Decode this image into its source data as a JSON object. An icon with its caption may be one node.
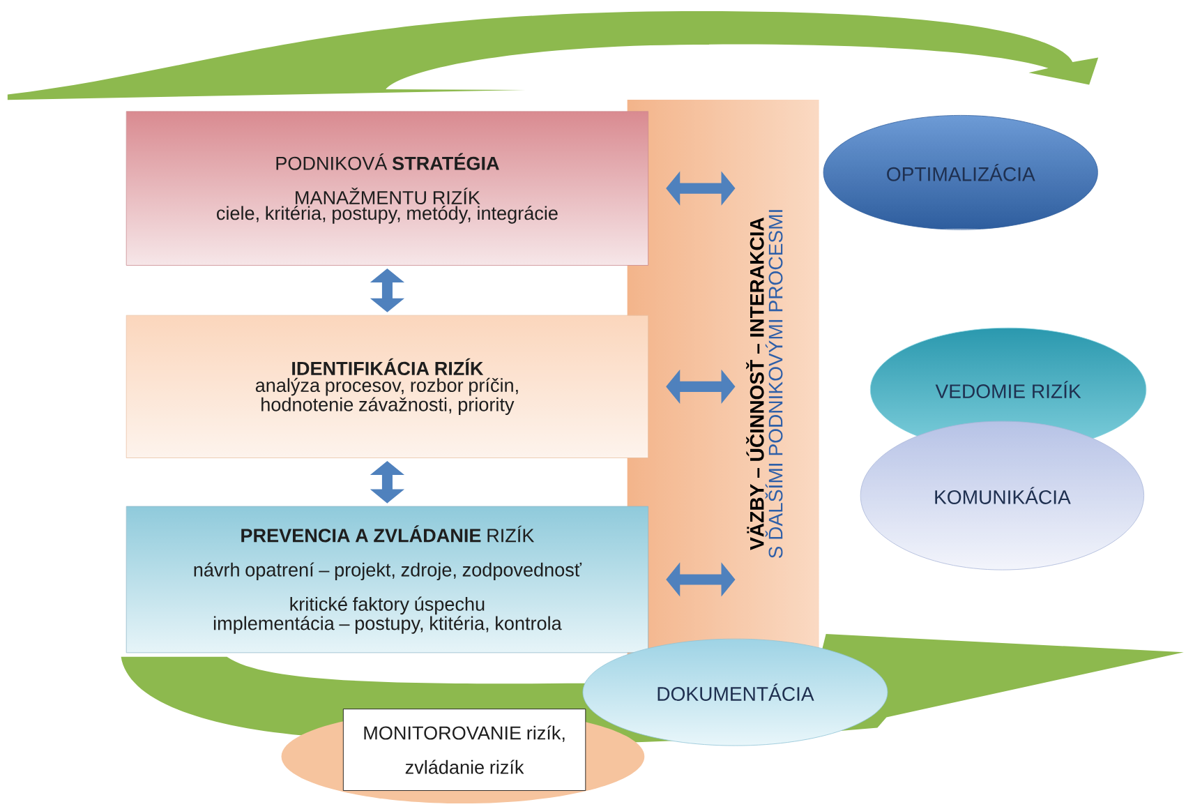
{
  "diagram": {
    "nodes": [
      {
        "text": [
          "PODNIKOVÁ **STRATÉGIA** MANAŽMENTU RIZÍK",
          "ciele, kritéria, postupy, metódy, integrácie"
        ]
      },
      {
        "text": [
          "IDENTIFIKÁCIA RIZÍK",
          "analýza procesov, rozbor príčin, hodnotenie závažnosti, priority"
        ]
      },
      {
        "text": [
          "**PREVENCIA A ZVLÁDANIE** RIZÍK",
          "návrh opatrení – projekt, zdroje, zodpovednosť",
          "kritické faktory úspechu",
          "implementácia – postupy, ktitéria, kontrola"
        ]
      },
      {
        "text": [
          "VÄZBY – ÚČINNOSŤ – INTERAKCIA",
          "S ĎALŠÍMI PODNIKOVÝMI PROCESMI"
        ]
      },
      {
        "text": [
          "OPTIMALIZÁCIA"
        ]
      },
      {
        "text": [
          "VEDOMIE RIZÍK"
        ]
      },
      {
        "text": [
          "KOMUNIKÁCIA"
        ]
      },
      {
        "text": [
          "DOKUMENTÁCIA"
        ]
      },
      {
        "text": [
          "MONITOROVANIE rizík, zvládanie rizík"
        ]
      }
    ],
    "edges": [
      {
        "from": 0,
        "to": 1,
        "arrow": "both"
      },
      {
        "from": 1,
        "to": 2,
        "arrow": "both"
      },
      {
        "from": 0,
        "to": 3,
        "arrow": "both"
      },
      {
        "from": 1,
        "to": 3,
        "arrow": "both"
      },
      {
        "from": 2,
        "to": 3,
        "arrow": "both"
      }
    ]
  }
}
